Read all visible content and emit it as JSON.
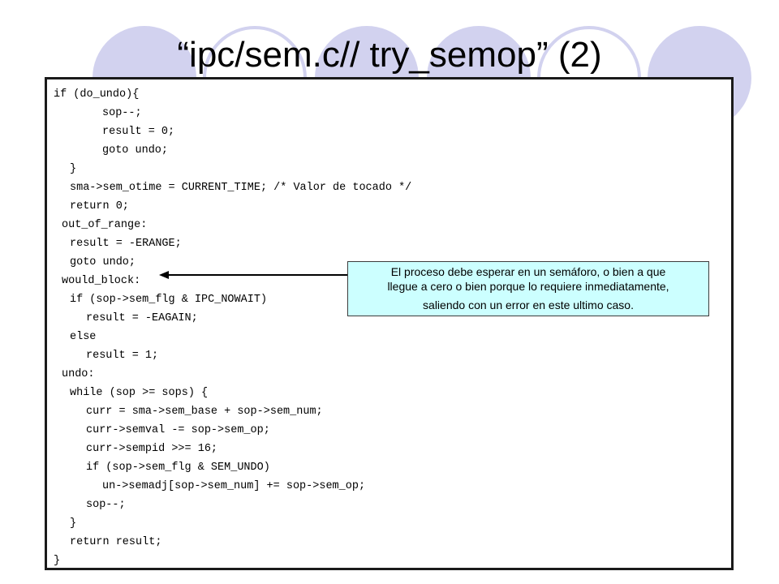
{
  "slide": {
    "title": "“ipc/sem.c// try_semop” (2)",
    "code_lines": [
      "if (do_undo){",
      "sop--;",
      "result = 0;",
      "goto undo;",
      "}",
      "sma->sem_otime = CURRENT_TIME; /* Valor de tocado */",
      "return 0;",
      "out_of_range:",
      "result = -ERANGE;",
      "goto undo;",
      "would_block:",
      "if (sop->sem_flg & IPC_NOWAIT)",
      "result = -EAGAIN;",
      "else",
      "result = 1;",
      "undo:",
      "while (sop >= sops) {",
      "curr = sma->sem_base + sop->sem_num;",
      "curr->semval -= sop->sem_op;",
      "curr->sempid >>= 16;",
      "if (sop->sem_flg & SEM_UNDO)",
      "un->semadj[sop->sem_num] += sop->sem_op;",
      "sop--;",
      "}",
      "return result;",
      "}"
    ],
    "callout_lines": [
      "El proceso debe esperar en un semáforo, o bien a que",
      "llegue a cero o bien porque lo  requiere inmediatamente,",
      "saliendo con un error en este ultimo caso."
    ],
    "colors": {
      "circle": "#d2d2ef",
      "callout_bg": "#ccffff",
      "border": "#1a1a1a"
    }
  }
}
